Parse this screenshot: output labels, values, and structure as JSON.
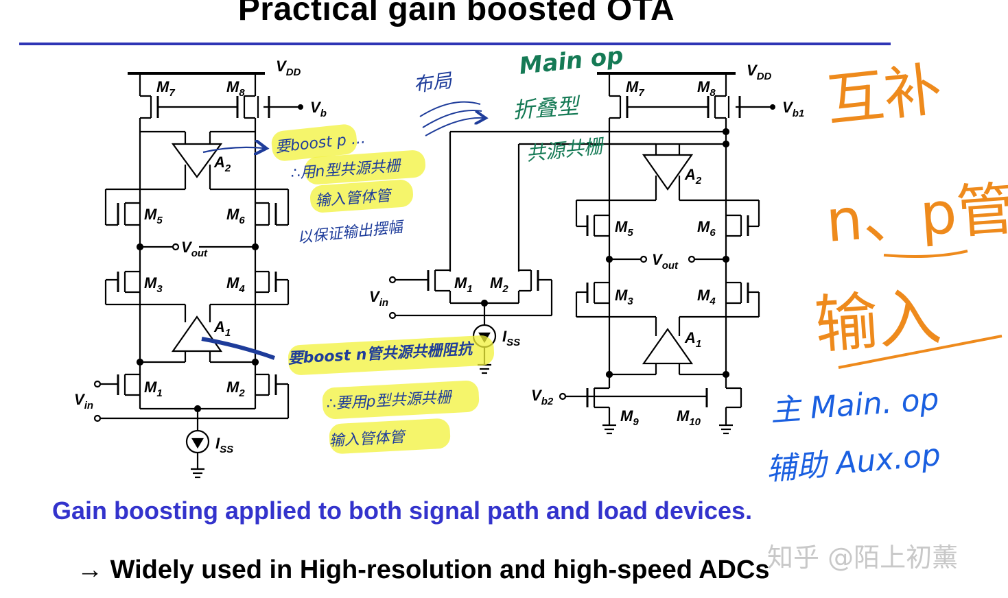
{
  "slide": {
    "title": "Practical gain boosted OTA",
    "caption": "Gain boosting applied to both signal path and load devices.",
    "bullet_arrow": "→",
    "bullet_text": "Widely used in High-resolution and high-speed ADCs",
    "watermark": "知乎 @陌上初薰",
    "rule_color": "#2e35b5",
    "caption_color": "#3333cc"
  },
  "left_circuit": {
    "vdd": "V",
    "vdd_sub": "DD",
    "vb": "V",
    "vb_sub": "b",
    "m7": "M",
    "m7_sub": "7",
    "m8": "M",
    "m8_sub": "8",
    "a2": "A",
    "a2_sub": "2",
    "m5": "M",
    "m5_sub": "5",
    "m6": "M",
    "m6_sub": "6",
    "vout": "V",
    "vout_sub": "out",
    "m3": "M",
    "m3_sub": "3",
    "m4": "M",
    "m4_sub": "4",
    "a1": "A",
    "a1_sub": "1",
    "m1": "M",
    "m1_sub": "1",
    "m2": "M",
    "m2_sub": "2",
    "vin": "V",
    "vin_sub": "in",
    "iss": "I",
    "iss_sub": "SS"
  },
  "middle_circuit": {
    "m1": "M",
    "m1_sub": "1",
    "m2": "M",
    "m2_sub": "2",
    "vin": "V",
    "vin_sub": "in",
    "iss": "I",
    "iss_sub": "SS"
  },
  "right_circuit": {
    "vdd": "V",
    "vdd_sub": "DD",
    "vb1": "V",
    "vb1_sub": "b1",
    "m7": "M",
    "m7_sub": "7",
    "m8": "M",
    "m8_sub": "8",
    "a2": "A",
    "a2_sub": "2",
    "m5": "M",
    "m5_sub": "5",
    "m6": "M",
    "m6_sub": "6",
    "vout": "V",
    "vout_sub": "out",
    "m3": "M",
    "m3_sub": "3",
    "m4": "M",
    "m4_sub": "4",
    "a1": "A",
    "a1_sub": "1",
    "vb2": "V",
    "vb2_sub": "b2",
    "m9": "M",
    "m9_sub": "9",
    "m10": "M",
    "m10_sub": "10"
  },
  "annotations": {
    "blue_1": "要boost p ...",
    "blue_2": "∴用n型共源共栅",
    "blue_3": "输入管体管",
    "blue_4": "以保证输出摆幅",
    "blue_5": "要boost n管共源共栅阻抗",
    "blue_6": "∴要用p型共源共栅",
    "blue_7": "输入管体管",
    "blue_8": "布局",
    "green_1": "Main op",
    "green_2": "折叠型",
    "green_3": "共源共栅",
    "orange_1": "互补",
    "orange_2": "n、p管",
    "orange_3": "输入",
    "blue_right_1": "主 Main. op",
    "blue_right_2": "辅助 Aux.op"
  }
}
